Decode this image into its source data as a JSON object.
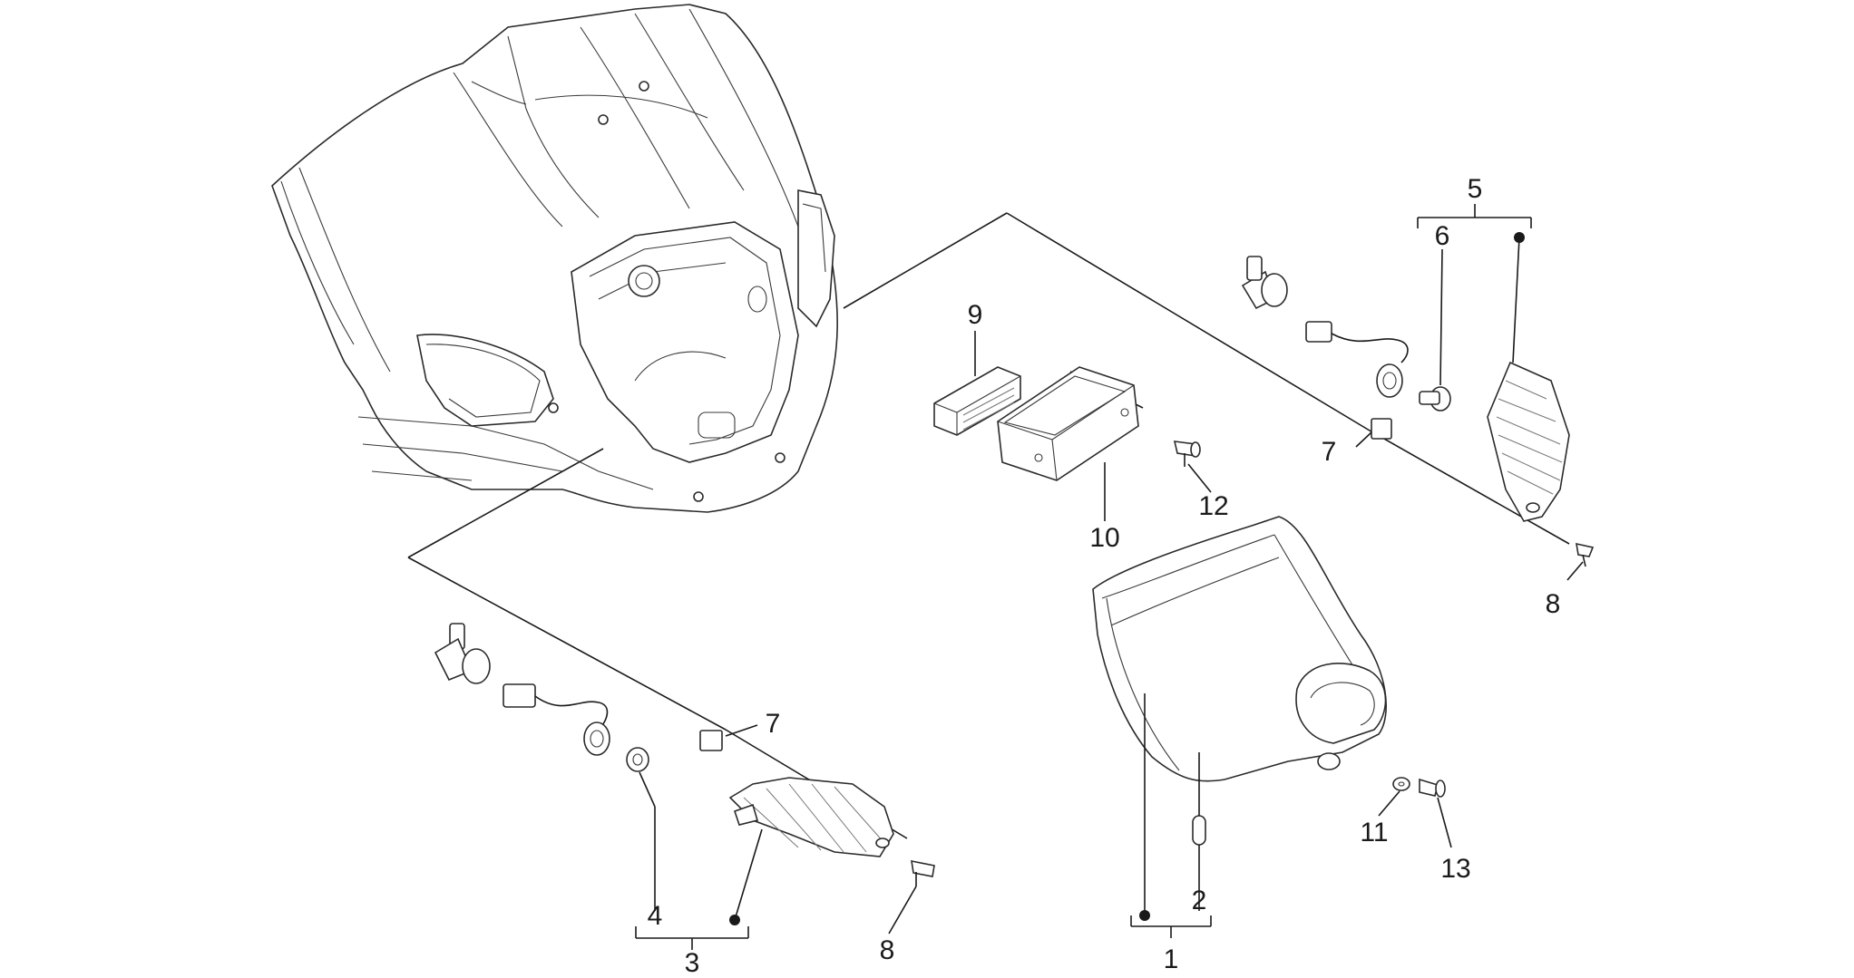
{
  "diagram": {
    "labels": {
      "p1": "1",
      "p2": "2",
      "p3": "3",
      "p4": "4",
      "p5": "5",
      "p6": "6",
      "p7a": "7",
      "p7b": "7",
      "p8a": "8",
      "p8b": "8",
      "p9": "9",
      "p10": "10",
      "p11": "11",
      "p12": "12",
      "p13": "13"
    }
  }
}
